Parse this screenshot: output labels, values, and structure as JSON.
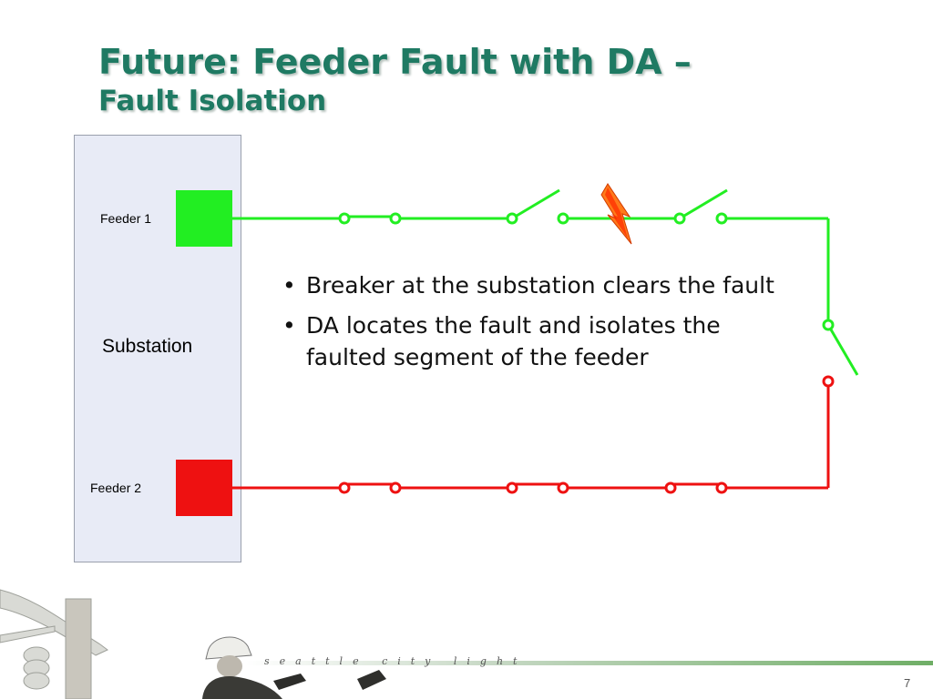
{
  "slide": {
    "title_line1": "Future: Feeder Fault with DA –",
    "title_line2": "Fault Isolation",
    "page_number": "7"
  },
  "diagram": {
    "substation_label": "Substation",
    "feeder1_label": "Feeder 1",
    "feeder2_label": "Feeder 2",
    "colors": {
      "feeder1": "#22ee22",
      "feeder2": "#ee1111",
      "fault": "#ff6a00",
      "substation_fill": "#e8ebf6"
    }
  },
  "bullets": [
    {
      "text": "Breaker at the substation clears the fault"
    },
    {
      "text": "DA locates the fault and isolates the faulted segment of the feeder"
    }
  ],
  "footer": {
    "brand": "seattle city light"
  }
}
